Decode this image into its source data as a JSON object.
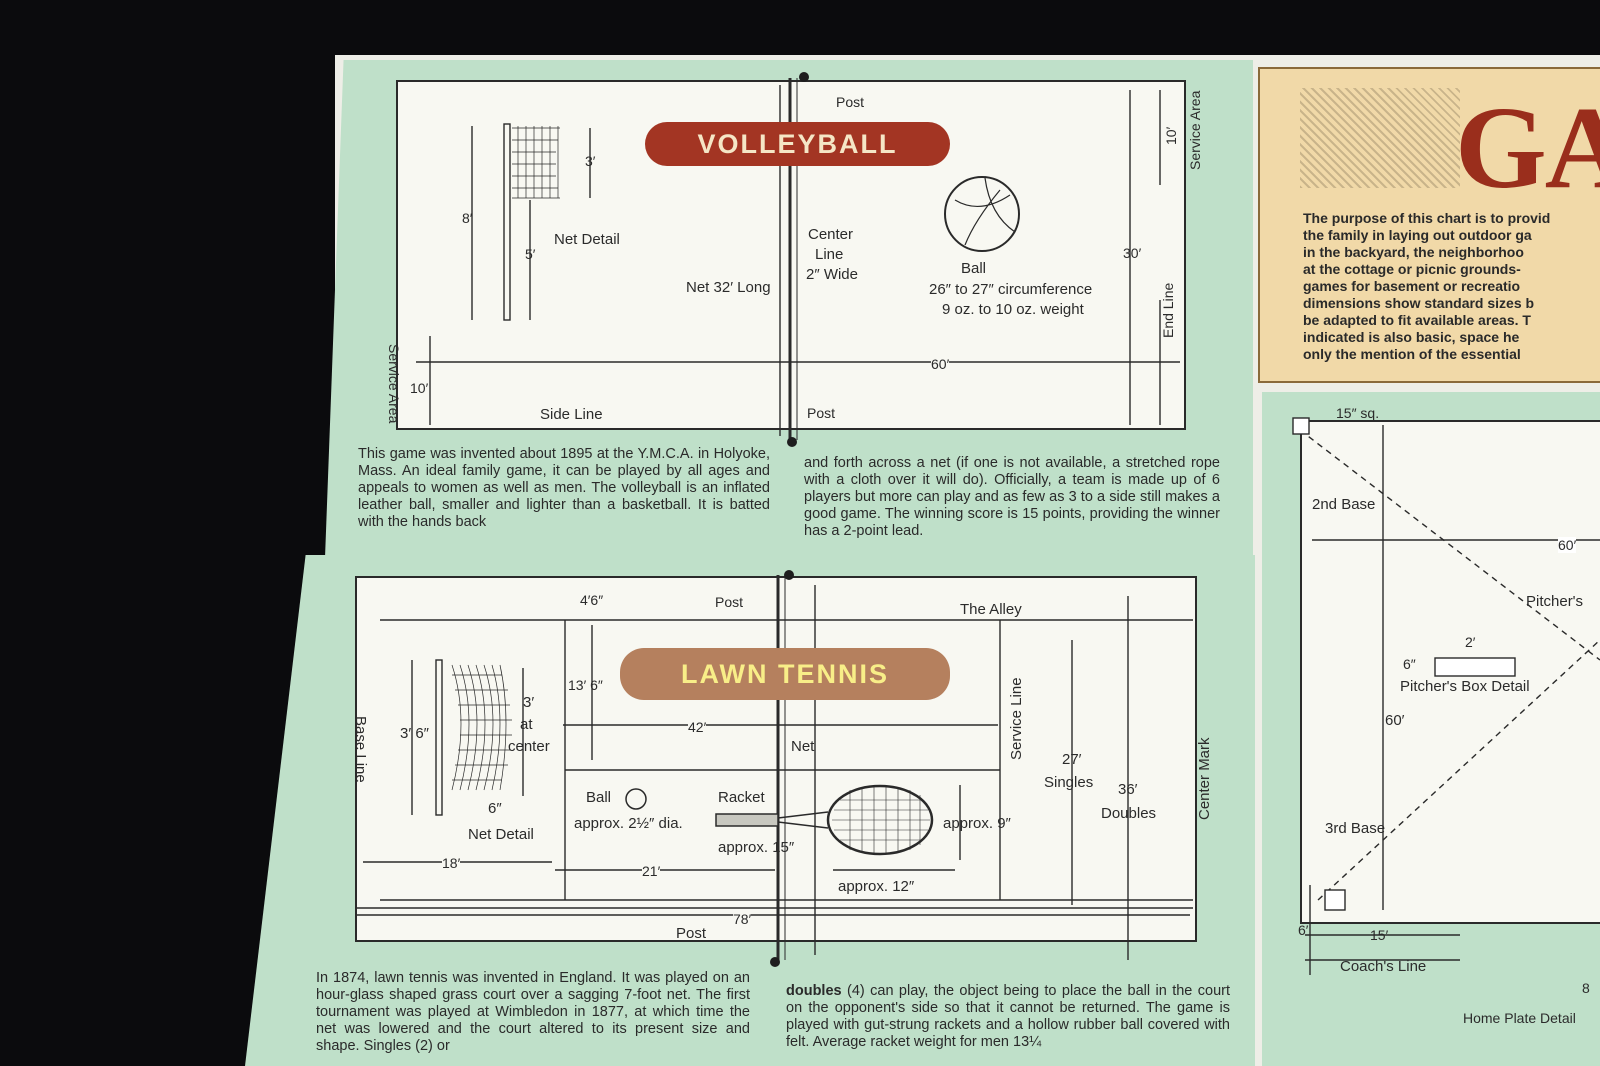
{
  "volleyball": {
    "title": "VOLLEYBALL",
    "post_top": "Post",
    "post_bottom": "Post",
    "service_area_right": "Service Area",
    "service_area_left": "Service Area",
    "net_detail": "Net Detail",
    "dim_8ft": "8′",
    "dim_5ft": "5′",
    "dim_3ft": "3′",
    "center_line": [
      "Center",
      "Line",
      "2″ Wide"
    ],
    "net_length": "Net 32′ Long",
    "ball_title": "Ball",
    "ball_circ": "26″ to 27″ circumference",
    "ball_weight": "9 oz. to 10 oz. weight",
    "dim_10ft_top": "10′",
    "dim_30ft": "30′",
    "end_line": "End Line",
    "dim_60ft": "60′",
    "dim_10ft_left": "10′",
    "side_line": "Side Line",
    "text_left": "This game was invented about 1895 at the Y.M.C.A. in Holyoke, Mass. An ideal family game, it can be played by all ages and appeals to women as well as men. The volleyball is an inflated leather ball, smaller and lighter than a basketball. It is batted with the hands back",
    "text_right": "and forth across a net (if one is not available, a stretched rope with a cloth over it will do). Officially, a team is made up of 6 players but more can play and as few as 3 to a side still makes a good game. The winning score is 15 points, providing the winner has a 2-point lead."
  },
  "tennis": {
    "title": "LAWN TENNIS",
    "dim_4_6": "4′6″",
    "post_top": "Post",
    "the_alley": "The Alley",
    "dim_13_6": "13′ 6″",
    "base_line": "Base Line",
    "dim_3_6": "3′ 6″",
    "dim_3ft_center": [
      "3′",
      "at",
      "center"
    ],
    "dim_42": "42′",
    "net": "Net",
    "service_line": "Service Line",
    "dim_27": "27′",
    "singles": "Singles",
    "dim_36": "36′",
    "doubles": "Doubles",
    "center_mark": "Center Mark",
    "ball": "Ball",
    "ball_dia": "approx. 2½″ dia.",
    "racket": "Racket",
    "approx_9": "approx. 9″",
    "approx_15": "approx. 15″",
    "dim_6in": "6″",
    "net_detail": "Net Detail",
    "dim_18": "18′",
    "dim_21": "21′",
    "approx_12": "approx. 12″",
    "dim_78": "78′",
    "post_bottom": "Post",
    "text_left": "In 1874, lawn tennis was invented in England. It was played on an hour-glass shaped grass court over a sagging 7-foot net. The first tournament was played at Wimbledon in 1877, at which time the net was lowered and the court altered to its present size and shape. Singles (2) or",
    "text_right_bold": "doubles",
    "text_right": " (4) can play, the object being to place the ball in the court on the opponent's side so that it cannot be returned. The game is played with gut-strung rackets and a hollow rubber ball covered with felt. Average racket weight for men 13¼"
  },
  "games_box": {
    "heading": "GA",
    "lines": [
      "The purpose of this chart is to provid",
      "the family in laying out outdoor ga",
      "in the backyard, the neighborhoo",
      "at the cottage or picnic grounds-",
      "games for basement or recreatio",
      "dimensions show standard sizes b",
      "be adapted to fit available areas. T",
      "indicated is also basic, space he",
      "only the mention of the essential"
    ]
  },
  "baseball": {
    "sq_15": "15″ sq.",
    "second_base": "2nd Base",
    "dim_60_h": "60′",
    "pitchers": "Pitcher's",
    "dim_2ft": "2′",
    "dim_6in": "6″",
    "pitchers_box": "Pitcher's Box Detail",
    "dim_60_v": "60′",
    "third_base": "3rd Base",
    "dim_6ft": "6′",
    "dim_15ft": "15′",
    "coachs_line": "Coach's Line",
    "home_plate": "Home Plate Detail",
    "edge_8": "8"
  }
}
